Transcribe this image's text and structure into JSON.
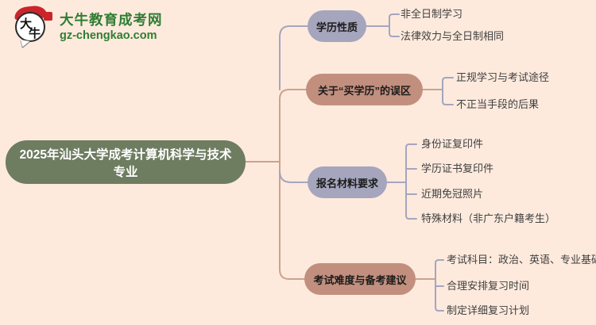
{
  "logo": {
    "icon_char_1": "大",
    "icon_char_2": "牛",
    "site_name": "大牛教育成考网",
    "site_url": "gz-chengkao.com"
  },
  "mindmap": {
    "root": "2025年汕头大学成考计算机科学与技术专业",
    "branches": [
      {
        "label": "学历性质",
        "children": [
          "非全日制学习",
          "法律效力与全日制相同"
        ]
      },
      {
        "label": "关于“买学历”的误区",
        "children": [
          "正规学习与考试途径",
          "不正当手段的后果"
        ]
      },
      {
        "label": "报名材料要求",
        "children": [
          "身份证复印件",
          "学历证书复印件",
          "近期免冠照片",
          "特殊材料（非广东户籍考生）"
        ]
      },
      {
        "label": "考试难度与备考建议",
        "children": [
          "考试科目：政治、英语、专业基础",
          "合理安排复习时间",
          "制定详细复习计划"
        ]
      }
    ]
  },
  "colors": {
    "bg": "#fdeadd",
    "node-green": "#6e7c60",
    "node-text": "#ffffff",
    "pill-gray": "#a5a5bd",
    "pill-tan": "#c28f7e",
    "pill-text": "#1b1b1b",
    "line-gray": "#a5a5bf",
    "line-tan": "#cda28a",
    "leaf-text": "#3f3f3f",
    "brand-green": "#2f7d33",
    "seal-red": "#c9252b"
  }
}
